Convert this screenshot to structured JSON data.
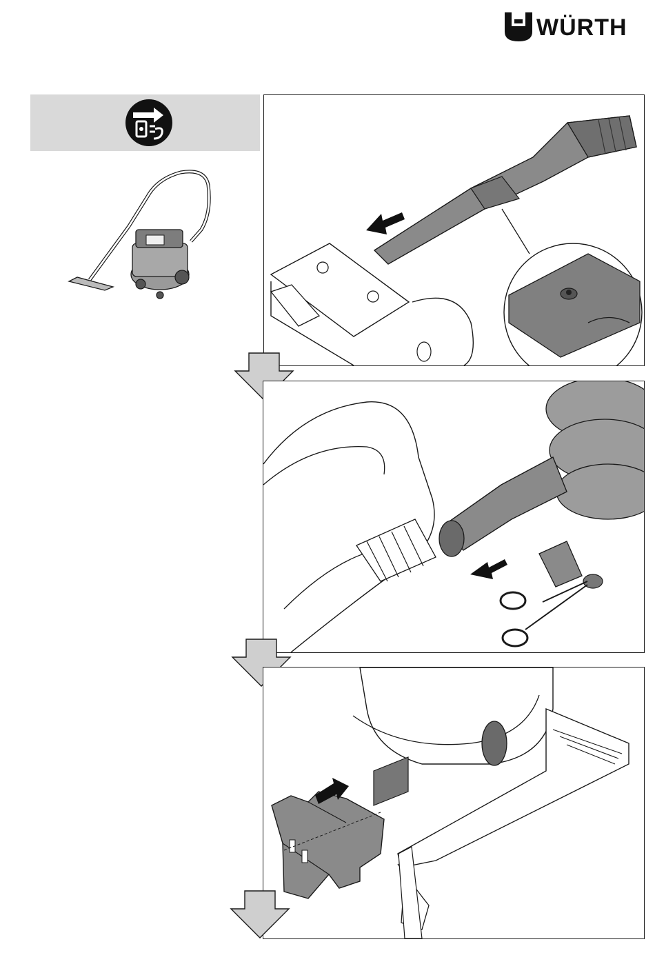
{
  "brand": {
    "name": "WÜRTH",
    "logo_icon": "wuerth-logo-icon"
  },
  "safety": {
    "icon": "unplug-mains-icon",
    "banner_color": "#d9d9d9"
  },
  "overview": {
    "icon": "wet-dry-vacuum-cleaner-icon"
  },
  "steps": [
    {
      "icon": "crevice-nozzle-slide-off-icon",
      "direction": "remove"
    },
    {
      "icon": "hose-adapter-cut-to-size-icon",
      "direction": "remove"
    },
    {
      "icon": "dust-extraction-hood-attach-icon",
      "direction": "attach"
    }
  ],
  "colors": {
    "line": "#1a1a1a",
    "arrow_fill": "#cfcfcf",
    "part_fill": "#7a7a7a",
    "dark_fill": "#555555"
  }
}
